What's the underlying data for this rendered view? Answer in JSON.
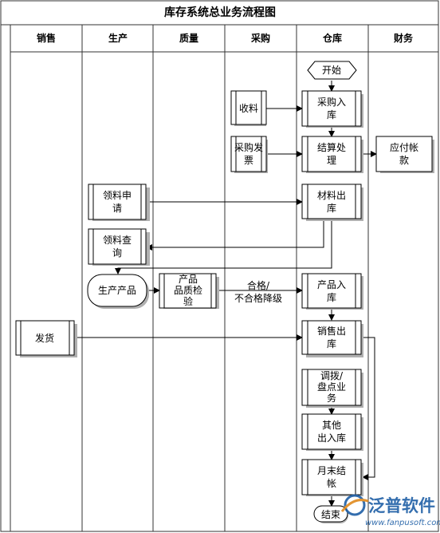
{
  "title": "库存系统总业务流程图",
  "lanes": [
    "销售",
    "生产",
    "质量",
    "采购",
    "仓库",
    "财务"
  ],
  "nodes": {
    "start": "开始",
    "receive_material": "收料",
    "purchase_in_1": "采购入",
    "purchase_in_2": "库",
    "purchase_invoice_1": "采购发",
    "purchase_invoice_2": "票",
    "settlement_1": "结算处",
    "settlement_2": "理",
    "payable_1": "应付帐",
    "payable_2": "款",
    "material_request_1": "领料申",
    "material_request_2": "请",
    "material_out_1": "材料出",
    "material_out_2": "库",
    "material_query_1": "领料查",
    "material_query_2": "询",
    "produce": "生产产品",
    "qc_1": "产品",
    "qc_2": "品质检",
    "qc_3": "验",
    "product_in_1": "产品入",
    "product_in_2": "库",
    "ship": "发货",
    "sales_out_1": "销售出",
    "sales_out_2": "库",
    "transfer_1": "调拨/",
    "transfer_2": "盘点业",
    "transfer_3": "务",
    "other_in_1": "其他",
    "other_in_2": "出入库",
    "month_end_1": "月末结",
    "month_end_2": "帐",
    "end": "结束"
  },
  "edge_labels": {
    "qualified_1": "合格/",
    "qualified_2": "不合格降级"
  },
  "watermark": {
    "brand": "泛普软件",
    "url": "www.fanpusoft.com"
  },
  "colors": {
    "line": "#000000",
    "lane_line": "#333333",
    "box_fill": "#ffffff",
    "shadow": "#b0b0b0",
    "watermark": "#1f5fa6"
  }
}
